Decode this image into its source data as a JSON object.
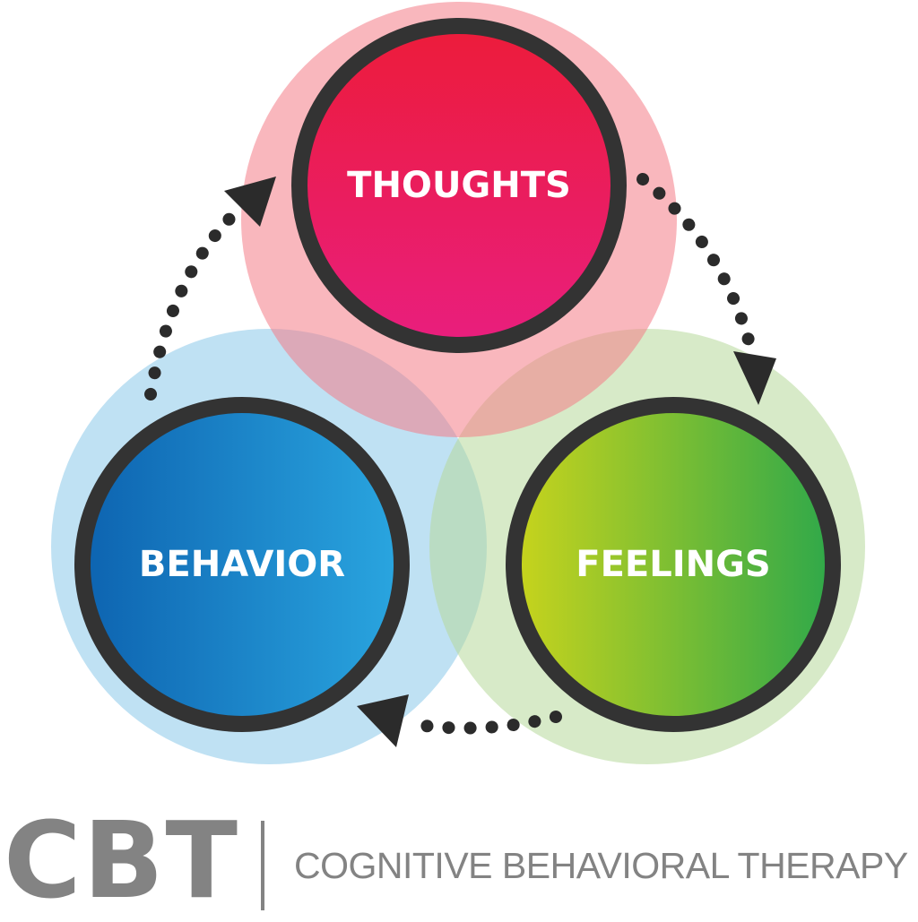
{
  "nodes": {
    "thoughts": {
      "label": "THOUGHTS",
      "fill_top": "#ec1c3a",
      "fill_bottom": "#e91e7e",
      "halo": "#f47c86"
    },
    "behavior": {
      "label": "BEHAVIOR",
      "fill_left": "#0d63b0",
      "fill_right": "#2aa6e0",
      "halo": "#7fc3e8"
    },
    "feelings": {
      "label": "FEELINGS",
      "fill_left": "#c9d41c",
      "fill_right": "#2ea84a",
      "halo": "#b6d99a"
    }
  },
  "cycle": [
    "thoughts",
    "feelings",
    "behavior",
    "thoughts"
  ],
  "ring_color": "#333333",
  "arrow_color": "#2b2b2b",
  "brand": {
    "abbreviation": "CBT",
    "full_name": "COGNITIVE BEHAVIORAL THERAPY",
    "color": "#838383"
  }
}
